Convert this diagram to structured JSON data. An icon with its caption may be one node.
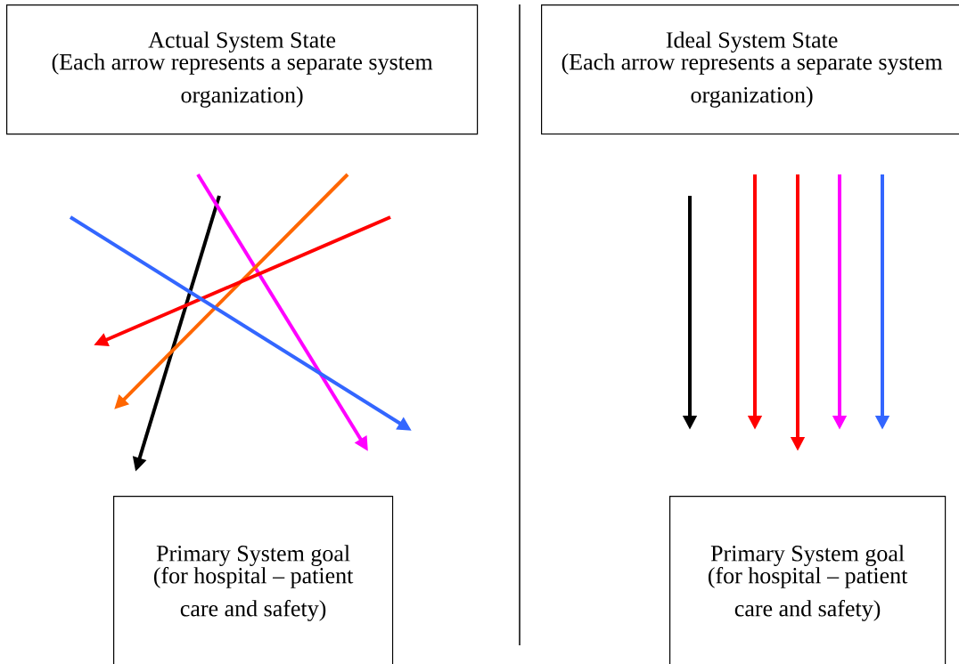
{
  "diagram": {
    "nodes": [
      {
        "text": [
          "Actual System State",
          "(Each arrow represents a separate system organization)"
        ]
      },
      {
        "text": [
          "Ideal System State",
          "(Each arrow represents a separate system organization)"
        ]
      },
      {
        "text": [
          "Primary System goal",
          "(for hospital – patient care and safety)"
        ]
      },
      {
        "text": [
          "Primary System goal",
          "(for hospital – patient care and safety)"
        ]
      }
    ]
  }
}
